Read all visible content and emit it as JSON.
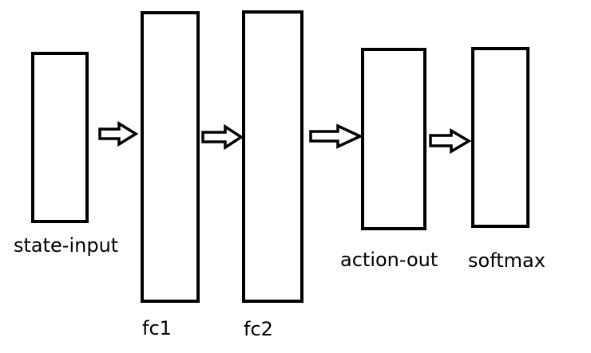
{
  "diagram": {
    "layers": [
      {
        "id": "state-input",
        "label": "state-input"
      },
      {
        "id": "fc1",
        "label": "fc1"
      },
      {
        "id": "fc2",
        "label": "fc2"
      },
      {
        "id": "action-out",
        "label": "action-out"
      },
      {
        "id": "softmax",
        "label": "softmax"
      }
    ],
    "connections": [
      {
        "from": "state-input",
        "to": "fc1"
      },
      {
        "from": "fc1",
        "to": "fc2"
      },
      {
        "from": "fc2",
        "to": "action-out"
      },
      {
        "from": "action-out",
        "to": "softmax"
      }
    ],
    "colors": {
      "stroke": "#000000",
      "fill": "#ffffff"
    }
  }
}
